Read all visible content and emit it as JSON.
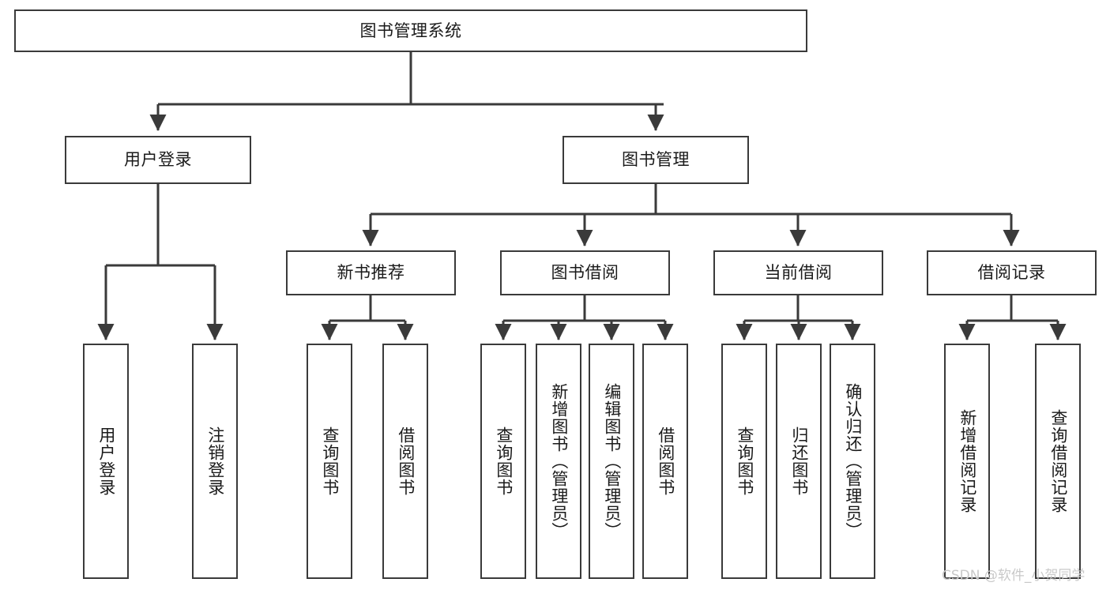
{
  "diagram": {
    "type": "tree-hierarchy",
    "title": "图书管理系统",
    "watermark": "CSDN @软件_小贺同学",
    "colors": {
      "background": "#ffffff",
      "box_border": "#3a3a3a",
      "edge": "#3a3a3a",
      "text": "#1a1a1a",
      "watermark": "#c9c9c9"
    },
    "nodes": {
      "root": {
        "label": "图书管理系统",
        "level": 1
      },
      "l2": [
        {
          "id": "user-login",
          "label": "用户登录",
          "level": 2
        },
        {
          "id": "book-management",
          "label": "图书管理",
          "level": 2
        }
      ],
      "l3": [
        {
          "id": "new-book-recommend",
          "label": "新书推荐",
          "level": 3,
          "parent": "book-management"
        },
        {
          "id": "book-borrow",
          "label": "图书借阅",
          "level": 3,
          "parent": "book-management"
        },
        {
          "id": "current-borrow",
          "label": "当前借阅",
          "level": 3,
          "parent": "book-management"
        },
        {
          "id": "borrow-record",
          "label": "借阅记录",
          "level": 3,
          "parent": "book-management"
        }
      ],
      "leaves": [
        {
          "id": "leaf-user-login",
          "label": "用户登录",
          "parent": "user-login"
        },
        {
          "id": "leaf-logout",
          "label": "注销登录",
          "parent": "user-login"
        },
        {
          "id": "leaf-query-book-1",
          "label": "查询图书",
          "parent": "new-book-recommend"
        },
        {
          "id": "leaf-borrow-book-1",
          "label": "借阅图书",
          "parent": "new-book-recommend"
        },
        {
          "id": "leaf-query-book-2",
          "label": "查询图书",
          "parent": "book-borrow"
        },
        {
          "id": "leaf-add-book",
          "label": "新增图书（管理员）",
          "parent": "book-borrow"
        },
        {
          "id": "leaf-edit-book",
          "label": "编辑图书（管理员）",
          "parent": "book-borrow"
        },
        {
          "id": "leaf-borrow-book-2",
          "label": "借阅图书",
          "parent": "book-borrow"
        },
        {
          "id": "leaf-query-book-3",
          "label": "查询图书",
          "parent": "current-borrow"
        },
        {
          "id": "leaf-return-book",
          "label": "归还图书",
          "parent": "current-borrow"
        },
        {
          "id": "leaf-confirm-return",
          "label": "确认归还（管理员）",
          "parent": "current-borrow"
        },
        {
          "id": "leaf-add-record",
          "label": "新增借阅记录",
          "parent": "borrow-record"
        },
        {
          "id": "leaf-query-record",
          "label": "查询借阅记录",
          "parent": "borrow-record"
        }
      ]
    }
  }
}
